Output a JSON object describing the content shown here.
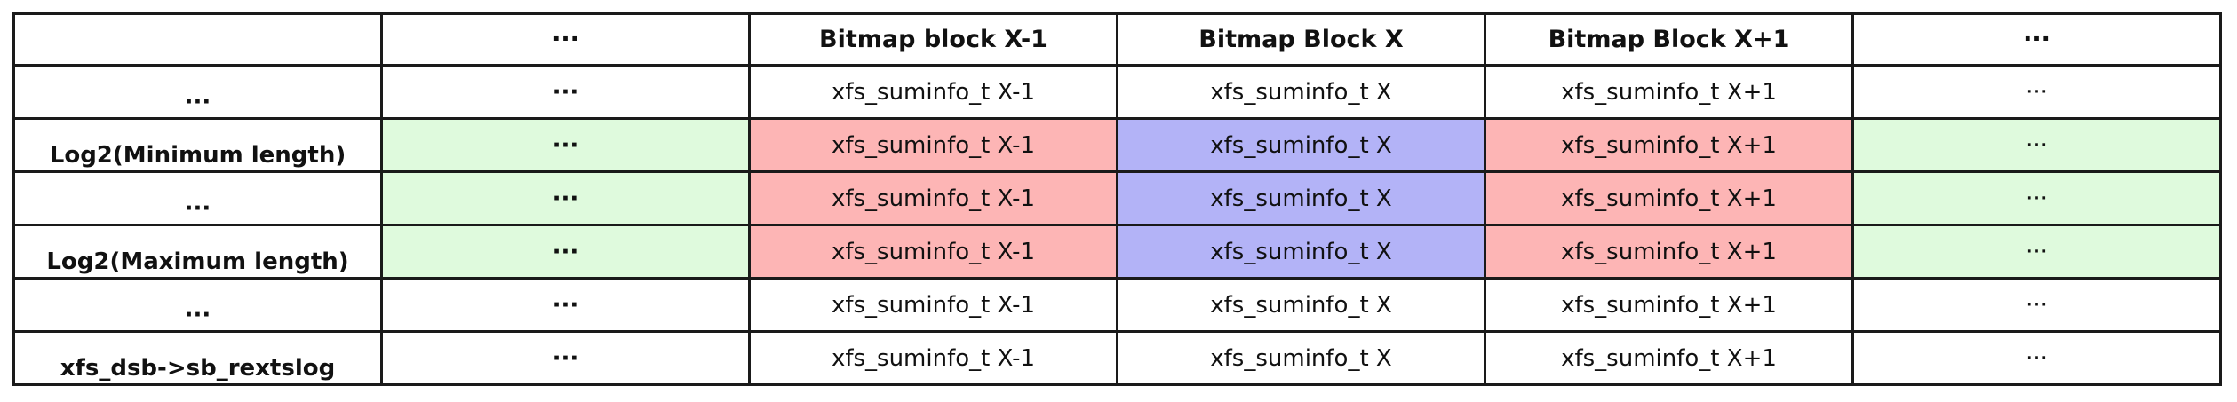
{
  "colors": {
    "green": "#dffadd",
    "red": "#fdb5b5",
    "blue": "#b3b3f7",
    "white": "#ffffff",
    "border": "#1a1a1a"
  },
  "header": [
    "",
    "···",
    "Bitmap block X-1",
    "Bitmap Block X",
    "Bitmap Block X+1",
    "···"
  ],
  "rows": [
    {
      "label": "···",
      "cells": [
        "···",
        "xfs_suminfo_t X-1",
        "xfs_suminfo_t X",
        "xfs_suminfo_t X+1",
        "···"
      ],
      "fills": [
        "white",
        "white",
        "white",
        "white",
        "white"
      ]
    },
    {
      "label": "Log2(Minimum length)",
      "cells": [
        "···",
        "xfs_suminfo_t X-1",
        "xfs_suminfo_t X",
        "xfs_suminfo_t X+1",
        "···"
      ],
      "fills": [
        "green",
        "red",
        "blue",
        "red",
        "green"
      ]
    },
    {
      "label": "···",
      "cells": [
        "···",
        "xfs_suminfo_t X-1",
        "xfs_suminfo_t X",
        "xfs_suminfo_t X+1",
        "···"
      ],
      "fills": [
        "green",
        "red",
        "blue",
        "red",
        "green"
      ]
    },
    {
      "label": "Log2(Maximum length)",
      "cells": [
        "···",
        "xfs_suminfo_t X-1",
        "xfs_suminfo_t X",
        "xfs_suminfo_t X+1",
        "···"
      ],
      "fills": [
        "green",
        "red",
        "blue",
        "red",
        "green"
      ]
    },
    {
      "label": "···",
      "cells": [
        "···",
        "xfs_suminfo_t X-1",
        "xfs_suminfo_t X",
        "xfs_suminfo_t X+1",
        "···"
      ],
      "fills": [
        "white",
        "white",
        "white",
        "white",
        "white"
      ]
    },
    {
      "label": "xfs_dsb->sb_rextslog",
      "cells": [
        "···",
        "xfs_suminfo_t X-1",
        "xfs_suminfo_t X",
        "xfs_suminfo_t X+1",
        "···"
      ],
      "fills": [
        "white",
        "white",
        "white",
        "white",
        "white"
      ]
    }
  ]
}
